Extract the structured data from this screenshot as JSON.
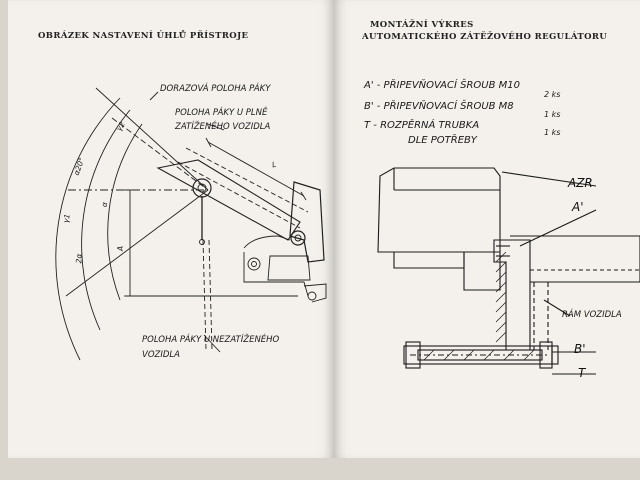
{
  "left_page": {
    "heading": "OBRÁZEK NASTAVENÍ ÚHLŮ PŘÍSTROJE",
    "labels": {
      "stop_position": "DORAZOVÁ POLOHA PÁKY",
      "full_load_line1": "POLOHA PÁKY U PLNĚ",
      "full_load_line2": "ZATÍŽENÉHO VOZIDLA",
      "unloaded_line1": "POLOHA PÁKY U NEZATÍŽENÉHO",
      "unloaded_line2": "VOZIDLA"
    },
    "dimensions": {
      "gamma1": "γ1",
      "gamma2": "γ2",
      "alpha20": "α20°",
      "two_alpha": "2α",
      "alpha": "α",
      "A": "A",
      "L": "L"
    }
  },
  "right_page": {
    "heading_line1": "MONTÁŽNÍ VÝKRES",
    "heading_line2": "AUTOMATICKÉHO ZÁTĚŽOVÉHO REGULÁTORU",
    "legend": [
      {
        "text": "A' - PŘIPEVŇOVACÍ ŠROUB M10",
        "qty": "2 ks"
      },
      {
        "text": "B' - PŘIPEVŇOVACÍ ŠROUB M8",
        "qty": "1 ks"
      },
      {
        "text": "T - ROZPĚRNÁ TRUBKA",
        "qty": "1 ks"
      },
      {
        "text": "DLE POTŘEBY",
        "qty": ""
      }
    ],
    "callouts": {
      "azr": "AZR",
      "a_prime": "A'",
      "frame": "RÁM VOZIDLA",
      "b_prime": "B'",
      "t": "T"
    }
  }
}
